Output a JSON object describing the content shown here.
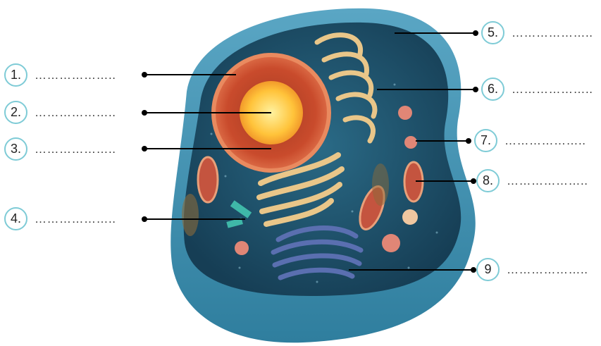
{
  "labels": [
    {
      "number": "1.",
      "blank": "……………….."
    },
    {
      "number": "2.",
      "blank": "……………….."
    },
    {
      "number": "3.",
      "blank": "……………….."
    },
    {
      "number": "4.",
      "blank": "……………….."
    },
    {
      "number": "5.",
      "blank": "……………….."
    },
    {
      "number": "6.",
      "blank": "……………….."
    },
    {
      "number": "7.",
      "blank": "……………….."
    },
    {
      "number": "8.",
      "blank": "……………….."
    },
    {
      "number": "9",
      "blank": "……………….."
    }
  ],
  "colors": {
    "circle_border": "#7ecbd6",
    "cell_membrane": "#3f8fb0",
    "cytoplasm": "#1d4e66",
    "nucleus": "#d9643e",
    "nucleolus": "#ffd34a",
    "golgi": "#e9c689",
    "er": "#5a6fb0",
    "mitochondria": "#c4543f",
    "vesicle": "#e08676",
    "centriole": "#3fb8a8"
  }
}
